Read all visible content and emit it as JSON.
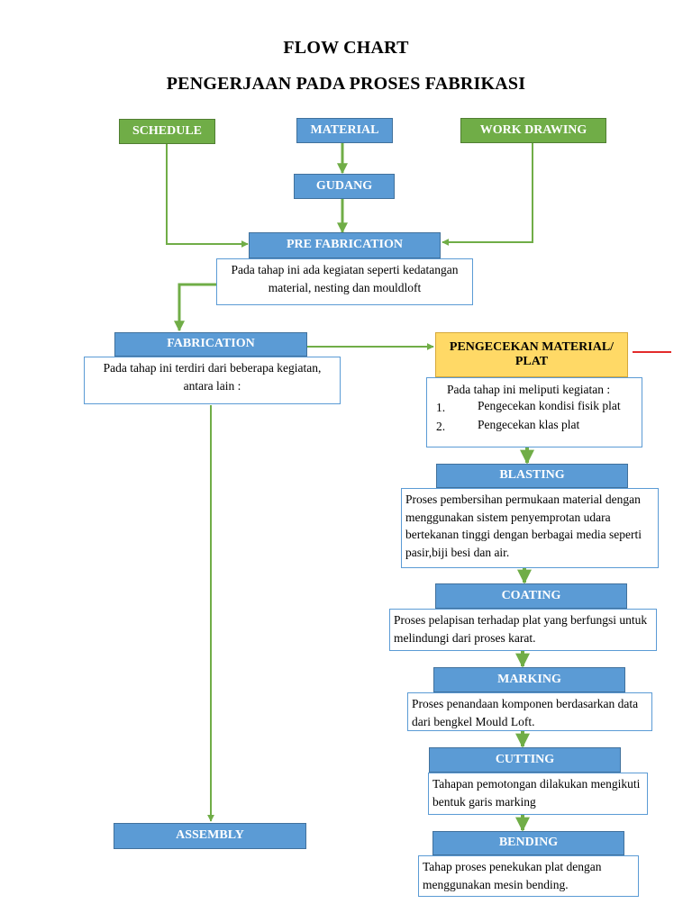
{
  "title": "FLOW CHART",
  "subtitle": "PENGERJAAN PADA PROSES FABRIKASI",
  "colors": {
    "blue_box": "#5b9bd5",
    "green_box": "#70ad47",
    "orange_box": "#ffd966",
    "arrow": "#70ad47",
    "red_line": "#e32a2a"
  },
  "nodes": {
    "schedule": "SCHEDULE",
    "material": "MATERIAL",
    "work_drawing": "WORK DRAWING",
    "gudang": "GUDANG",
    "pre_fabrication": "PRE FABRICATION",
    "fabrication": "FABRICATION",
    "pengecekan": "PENGECEKAN MATERIAL/ PLAT",
    "blasting": "BLASTING",
    "coating": "COATING",
    "marking": "MARKING",
    "cutting": "CUTTING",
    "bending": "BENDING",
    "assembly": "ASSEMBLY"
  },
  "descriptions": {
    "pre_fabrication": "Pada tahap ini ada kegiatan seperti kedatangan material, nesting dan mouldloft",
    "fabrication": "Pada tahap ini terdiri dari beberapa kegiatan, antara lain :",
    "pengecekan_intro": "Pada tahap ini meliputi kegiatan :",
    "pengecekan_items": [
      {
        "num": "1.",
        "text": "Pengecekan kondisi fisik plat"
      },
      {
        "num": "2.",
        "text": "Pengecekan klas plat"
      }
    ],
    "blasting": "Proses pembersihan permukaan material dengan menggunakan sistem penyemprotan udara bertekanan tinggi dengan berbagai media seperti pasir,biji besi dan air.",
    "coating": "Proses pelapisan terhadap plat yang berfungsi untuk melindungi dari proses karat.",
    "marking": "Proses penandaan komponen berdasarkan data dari bengkel Mould Loft.",
    "cutting": "Tahapan pemotongan dilakukan mengikuti bentuk garis marking",
    "bending": "Tahap proses penekukan plat dengan menggunakan mesin bending."
  }
}
